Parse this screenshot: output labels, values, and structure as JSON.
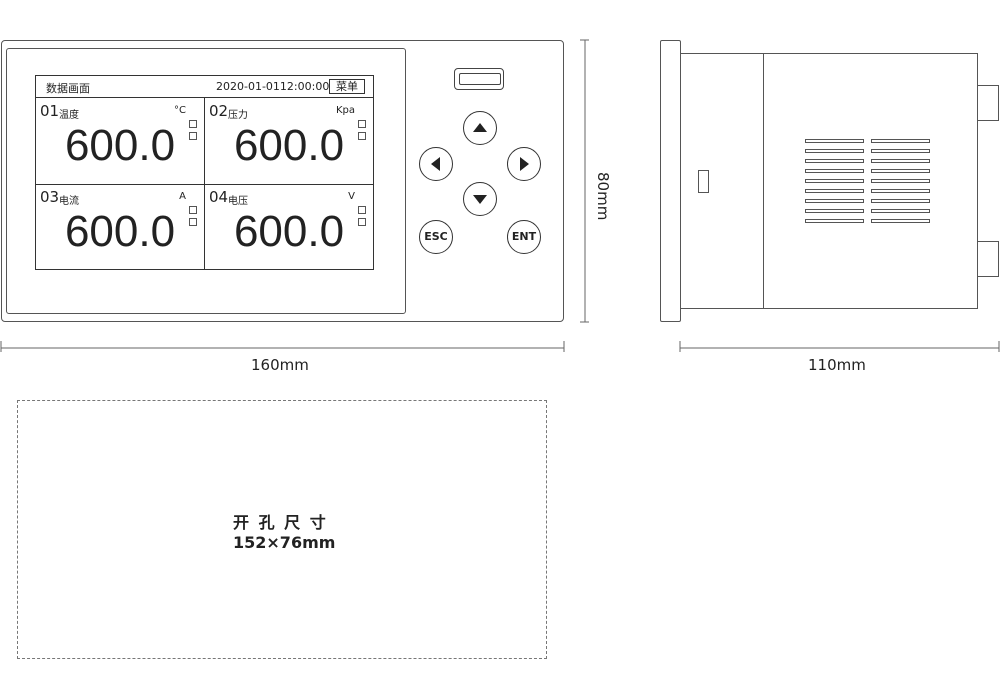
{
  "screen": {
    "header_title": "数据画面",
    "datetime": "2020-01-0112:00:00",
    "menu_label": "菜单"
  },
  "channels": [
    {
      "number": "01",
      "name": "温度",
      "unit": "°C",
      "value": "600.0"
    },
    {
      "number": "02",
      "name": "压力",
      "unit": "Kpa",
      "value": "600.0"
    },
    {
      "number": "03",
      "name": "电流",
      "unit": "A",
      "value": "600.0"
    },
    {
      "number": "04",
      "name": "电压",
      "unit": "V",
      "value": "600.0"
    }
  ],
  "keys": {
    "esc": "ESC",
    "ent": "ENT",
    "up_icon": "triangle-up-icon",
    "down_icon": "triangle-down-icon",
    "left_icon": "triangle-left-icon",
    "right_icon": "triangle-right-icon"
  },
  "dimensions": {
    "front_width": "160mm",
    "front_height": "80mm",
    "side_depth": "110mm"
  },
  "cutout": {
    "label": "开 孔 尺 寸",
    "size": "152×76mm"
  }
}
